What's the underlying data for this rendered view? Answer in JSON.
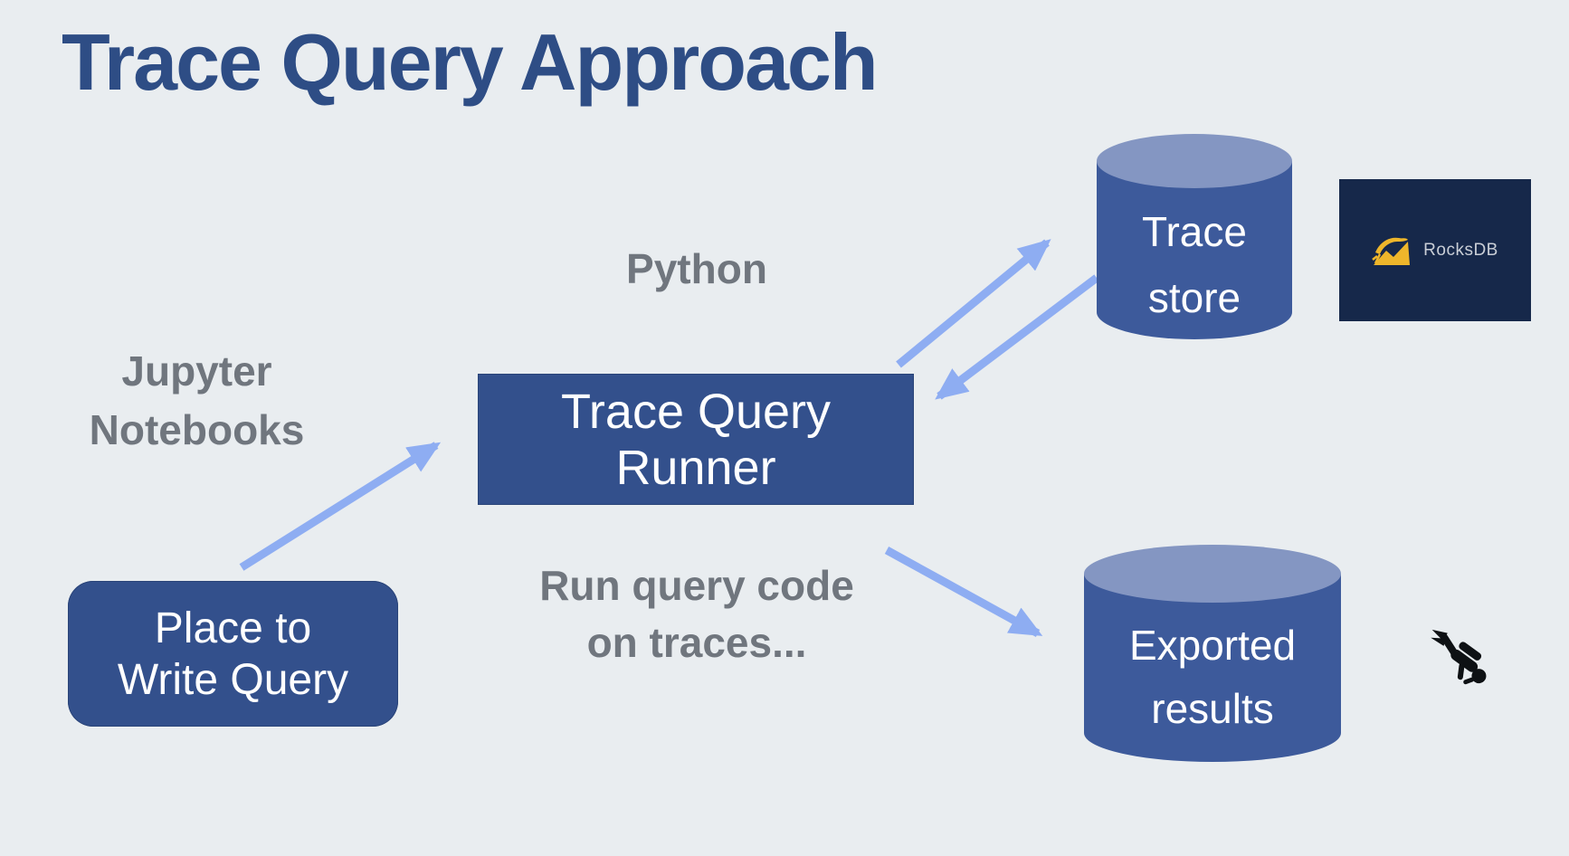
{
  "title": {
    "text": "Trace Query Approach"
  },
  "annotations": {
    "jupyter_line1": "Jupyter",
    "jupyter_line2": "Notebooks",
    "python": "Python",
    "run_query_line1": "Run query code",
    "run_query_line2": "on traces..."
  },
  "nodes": {
    "place_box": {
      "line1": "Place to",
      "line2": "Write Query"
    },
    "runner_box": {
      "line1": "Trace Query",
      "line2": "Runner"
    },
    "trace_store": {
      "line1": "Trace",
      "line2": "store"
    },
    "exported": {
      "line1": "Exported",
      "line2": "results"
    }
  },
  "logos": {
    "rocksdb": {
      "label": "RocksDB"
    }
  },
  "icons": {
    "diver": "scuba-diver-icon",
    "trace_store_shape": "database-cylinder-icon",
    "exported_shape": "database-cylinder-icon"
  },
  "colors": {
    "background": "#e9edf0",
    "title_text": "#2e4d85",
    "node_fill": "#33508c",
    "cylinder_body": "#3d5a9b",
    "cylinder_top": "#8496c2",
    "arrow": "#8eadf2",
    "gray_text": "#70767e",
    "rocksdb_bg": "#16284a",
    "rocksdb_gold": "#eeb62b",
    "rocksdb_text": "#c9ced6",
    "diver": "#0e1114"
  }
}
